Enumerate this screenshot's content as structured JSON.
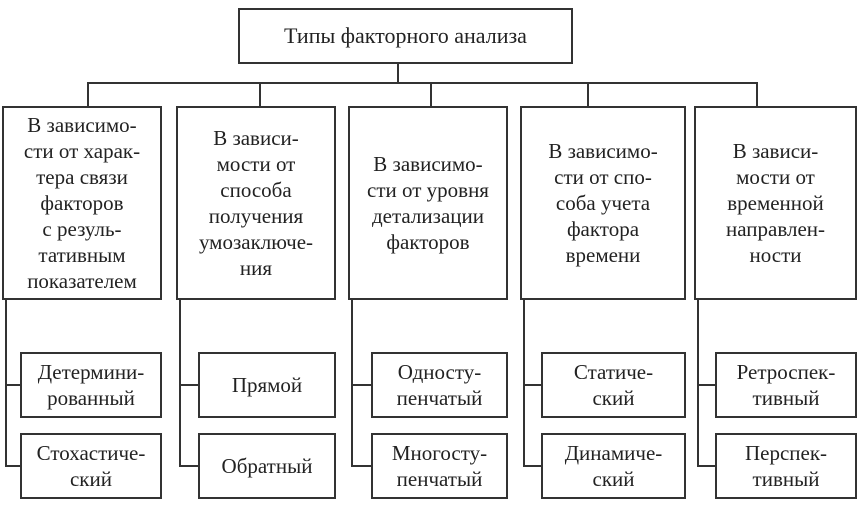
{
  "root": {
    "label": "Типы факторного анализа"
  },
  "categories": [
    {
      "label": "В зависимо-\nсти от харак-\nтера связи\nфакторов\nс резуль-\nтативным\nпоказателем",
      "types": [
        "Детермини-\nрованный",
        "Стохастиче-\nский"
      ]
    },
    {
      "label": "В зависи-\nмости от\nспособа\nполучения\nумозаключе-\nния",
      "types": [
        "Прямой",
        "Обратный"
      ]
    },
    {
      "label": "В зависимо-\nсти от уровня\nдетализации\nфакторов",
      "types": [
        "Односту-\nпенчатый",
        "Многосту-\nпенчатый"
      ]
    },
    {
      "label": "В зависимо-\nсти от спо-\nсоба учета\nфактора\nвремени",
      "types": [
        "Статиче-\nский",
        "Динамиче-\nский"
      ]
    },
    {
      "label": "В зависи-\nмости от\nвременной\nнаправлен-\nности",
      "types": [
        "Ретроспек-\nтивный",
        "Перспек-\nтивный"
      ]
    }
  ]
}
